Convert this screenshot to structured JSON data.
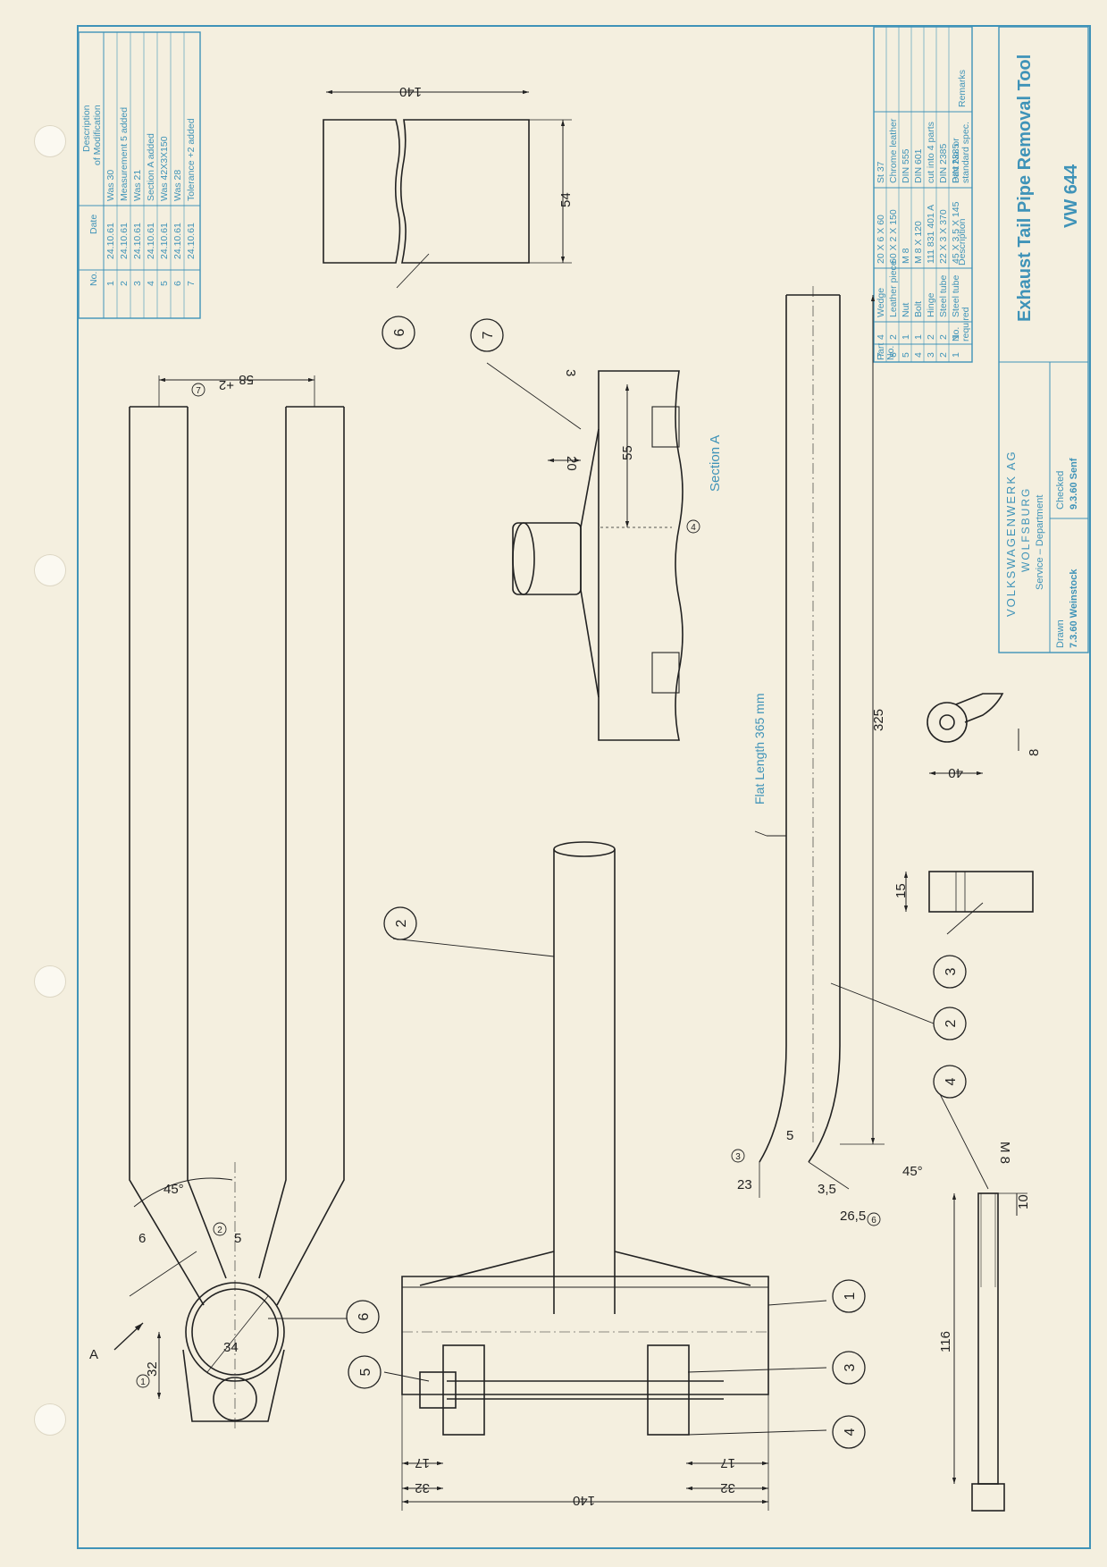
{
  "modifications": {
    "headers": {
      "no": "No.",
      "date": "Date",
      "description_line1": "Description",
      "description_line2": "of Modification"
    },
    "rows": [
      {
        "no": "1",
        "date": "24.10.61",
        "desc": "Was 30"
      },
      {
        "no": "2",
        "date": "24.10.61",
        "desc": "Measurement 5 added"
      },
      {
        "no": "3",
        "date": "24.10.61",
        "desc": "Was 21"
      },
      {
        "no": "4",
        "date": "24.10.61",
        "desc": "Section A added"
      },
      {
        "no": "5",
        "date": "24.10.61",
        "desc": "Was 42X3X150"
      },
      {
        "no": "6",
        "date": "24.10.61",
        "desc": "Was 28"
      },
      {
        "no": "7",
        "date": "24.10.61",
        "desc": "Tolerance +2 added"
      }
    ]
  },
  "parts_list": {
    "headers": {
      "part_no_1": "Part",
      "part_no_2": "No.",
      "qty_1": "No.",
      "qty_2": "required",
      "description": "Description",
      "spec_1": "Part No. or",
      "spec_2": "standard spec.",
      "remarks": "Remarks"
    },
    "rows": [
      {
        "part": "7",
        "qty": "4",
        "desc": "Wedge",
        "spec": "20 X 6 X 60",
        "remarks": "St 37"
      },
      {
        "part": "6",
        "qty": "2",
        "desc": "Leather piece",
        "spec": "60 X 2 X 150",
        "remarks": "Chrome leather"
      },
      {
        "part": "5",
        "qty": "1",
        "desc": "Nut",
        "spec": "M 8",
        "remarks": "DIN 555"
      },
      {
        "part": "4",
        "qty": "1",
        "desc": "Bolt",
        "spec": "M 8 X 120",
        "remarks": "DIN 601"
      },
      {
        "part": "3",
        "qty": "2",
        "desc": "Hinge",
        "spec": "111 831 401 A",
        "remarks": "cut into 4 parts"
      },
      {
        "part": "2",
        "qty": "2",
        "desc": "Steel tube",
        "spec": "22 X 3 X 370",
        "remarks": "DIN 2385"
      },
      {
        "part": "1",
        "qty": "1",
        "desc": "Steel tube",
        "spec": "45 X 3,5 X 145",
        "remarks": "DIN 2385"
      }
    ]
  },
  "title_block": {
    "title": "Exhaust Tail Pipe Removal Tool",
    "drawing_no": "VW 644",
    "company": "VOLKSWAGENWERK AG",
    "city": "WOLFSBURG",
    "department": "Service – Department",
    "drawn_label": "Drawn",
    "drawn_value": "7.3.60 Weinstock",
    "checked_label": "Checked",
    "checked_value": "9.3.60 Senf"
  },
  "annotations": {
    "section_label": "Section A",
    "flat_length": "Flat Length 365 mm",
    "view_a": "A"
  },
  "dimensions": {
    "leather_width": "140",
    "leather_height": "54",
    "fork_gap": "58",
    "fork_gap_tol": "+2",
    "weld_3": "3",
    "wedge_20": "20",
    "wedge_55": "55",
    "tube_length": "325",
    "bend_23": "23",
    "bend_35": "3,5",
    "bend_265": "26,5",
    "bend_45": "45°",
    "bend_5": "5",
    "hinge_40": "40",
    "hinge_8": "8",
    "hinge_15": "15",
    "bolt_116": "116",
    "bolt_10": "10",
    "bolt_m8": "M 8",
    "base_140": "140",
    "base_32a": "32",
    "base_32b": "32",
    "base_17a": "17",
    "base_17b": "17",
    "end_32": "32",
    "end_34": "34",
    "end_6": "6",
    "end_45": "45°",
    "end_5": "5"
  },
  "part_callouts": [
    "1",
    "2",
    "2",
    "3",
    "3",
    "4",
    "4",
    "5",
    "6",
    "6",
    "7"
  ],
  "change_markers": [
    "1",
    "2",
    "3",
    "4",
    "6",
    "7"
  ],
  "colors": {
    "background": "#f4efdf",
    "accent": "#3f93b8",
    "ink": "#222222"
  }
}
